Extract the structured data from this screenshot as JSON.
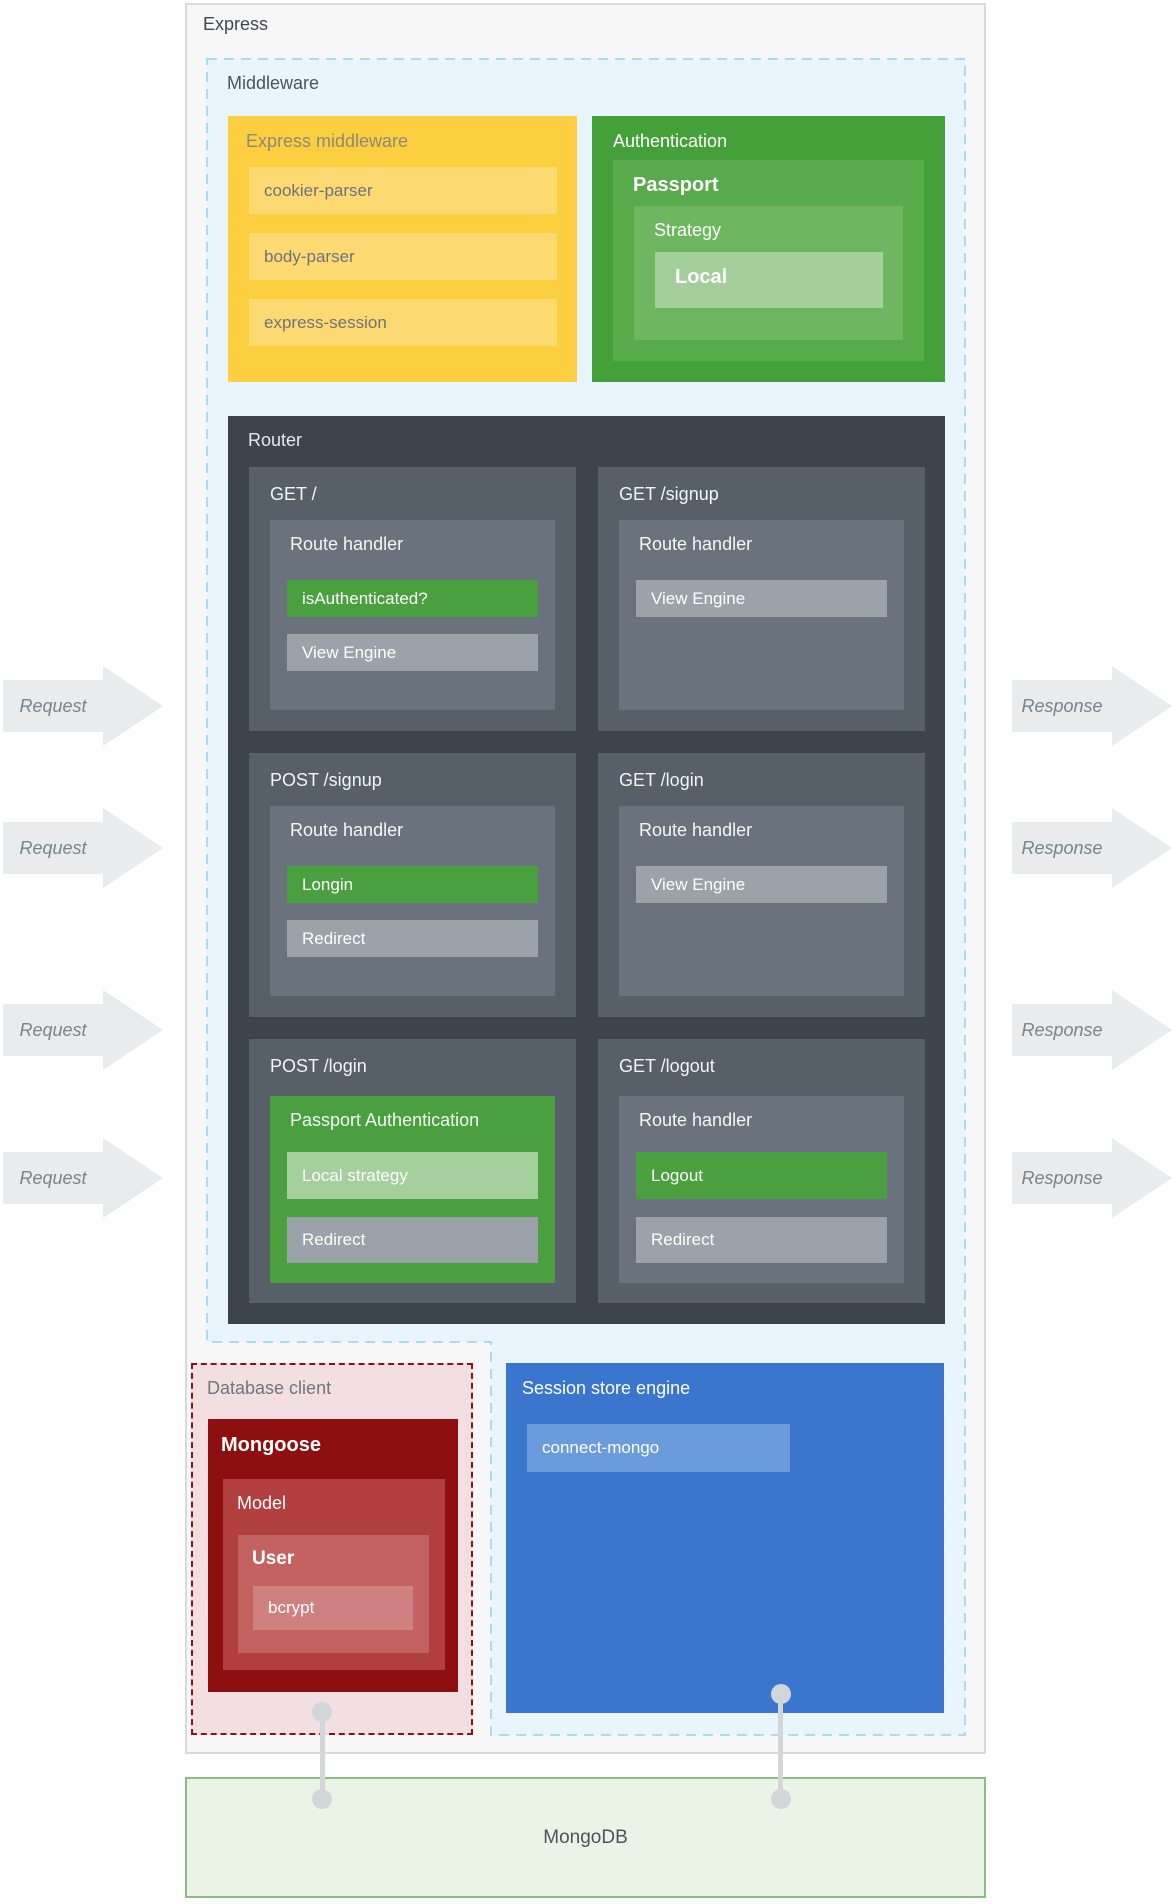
{
  "express": {
    "title": "Express"
  },
  "middleware": {
    "title": "Middleware"
  },
  "express_middleware": {
    "title": "Express middleware",
    "items": [
      "cookier-parser",
      "body-parser",
      "express-session"
    ]
  },
  "authentication": {
    "title": "Authentication",
    "passport": "Passport",
    "strategy": "Strategy",
    "local": "Local"
  },
  "router": {
    "title": "Router",
    "routes": [
      {
        "method": "GET /",
        "container": "Route handler",
        "steps": [
          "isAuthenticated?",
          "View Engine"
        ]
      },
      {
        "method": "GET /signup",
        "container": "Route handler",
        "steps": [
          "View Engine"
        ]
      },
      {
        "method": "POST /signup",
        "container": "Route handler",
        "steps": [
          "Longin",
          "Redirect"
        ]
      },
      {
        "method": "GET /login",
        "container": "Route handler",
        "steps": [
          "View Engine"
        ]
      },
      {
        "method": "POST /login",
        "container": "Passport Authentication",
        "steps": [
          "Local strategy",
          "Redirect"
        ]
      },
      {
        "method": "GET /logout",
        "container": "Route handler",
        "steps": [
          "Logout",
          "Redirect"
        ]
      }
    ]
  },
  "arrows": {
    "request_label": "Request",
    "response_label": "Response",
    "request_count": 4,
    "response_count": 4
  },
  "database_client": {
    "title": "Database client",
    "mongoose": "Mongoose",
    "model": "Model",
    "user": "User",
    "bcrypt": "bcrypt"
  },
  "session_store": {
    "title": "Session store engine",
    "item": "connect-mongo"
  },
  "mongodb": {
    "title": "MongoDB"
  },
  "colors": {
    "middleware_yellow": "#fccf40",
    "middleware_yellow_item": "#fdda71",
    "auth_green": "#44a13a",
    "step_green": "#4aa03f",
    "step_gray": "#9ba2aa",
    "router_dark": "#3e444e",
    "route_gray": "#575f69",
    "handler_gray": "#6a737d",
    "mongoose_red": "#8e0f10",
    "db_dash_red": "#8e1212",
    "session_blue": "#3a76cd",
    "connect_blue": "#6b9add",
    "middleware_dash_blue": "#a9dbf4",
    "middleware_fill": "#e9f5fd",
    "mongodb_fill": "#e9f3e6",
    "arrow_gray": "#e9ebed"
  }
}
